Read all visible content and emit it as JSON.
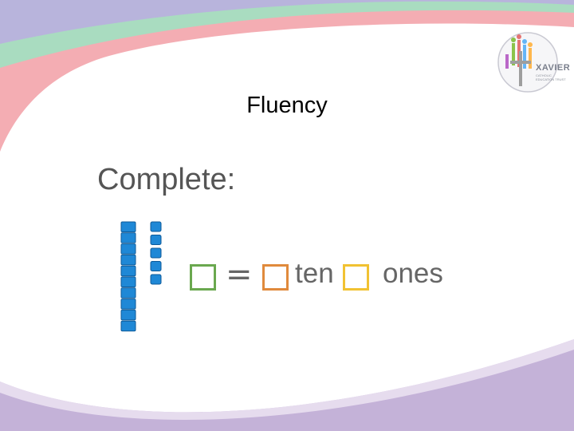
{
  "slide": {
    "title": "Fluency",
    "instruction": "Complete:"
  },
  "logo": {
    "name": "XAVIER",
    "subtitle": "CATHOLIC EDUCATION TRUST"
  },
  "equation": {
    "equals": "=",
    "tens_label": "ten",
    "ones_label": "ones",
    "total_box_color": "#6aa84f",
    "tens_box_color": "#e08a3c",
    "ones_box_color": "#f1c232"
  },
  "base_ten": {
    "tens": 1,
    "ones": 5,
    "block_color": "#1f88d6"
  },
  "colors": {
    "band_lavender": "#b8b4dc",
    "band_green": "#a9dcc0",
    "band_pink": "#f4adb3",
    "bottom_purple": "#c4b2d8"
  }
}
